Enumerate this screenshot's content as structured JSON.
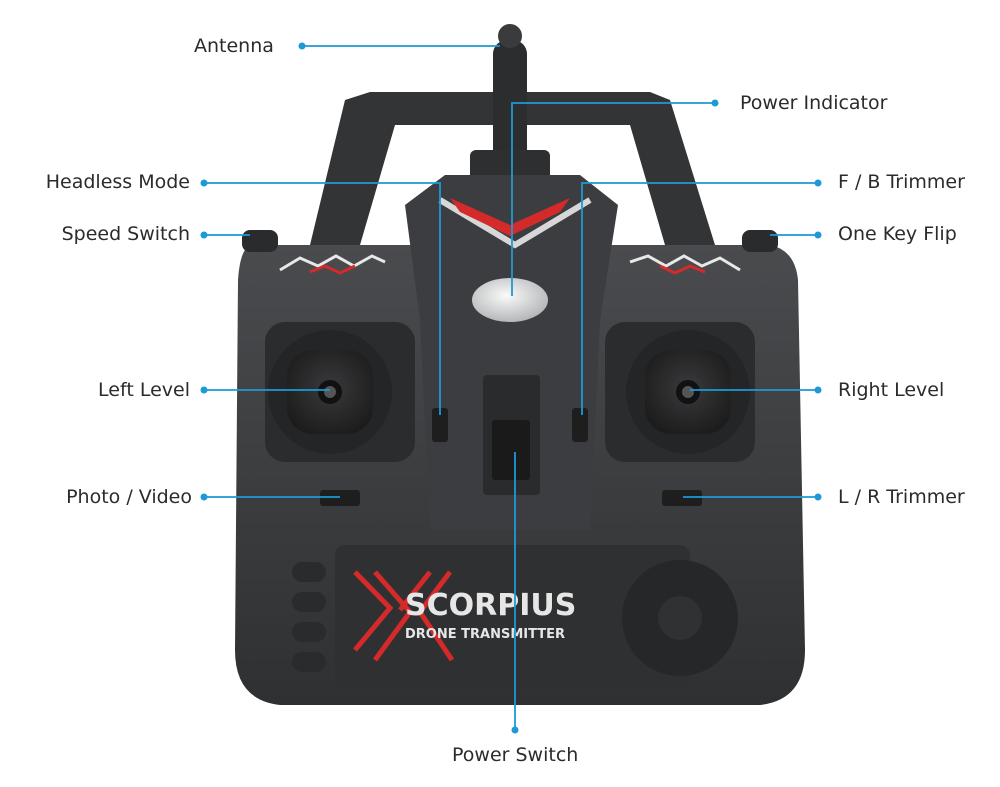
{
  "brand": {
    "name": "SCORPIUS",
    "subtitle": "DRONE TRANSMITTER"
  },
  "callouts": {
    "antenna": "Antenna",
    "power_indicator": "Power Indicator",
    "headless_mode": "Headless Mode",
    "fb_trimmer": "F / B Trimmer",
    "speed_switch": "Speed Switch",
    "one_key_flip": "One Key Flip",
    "left_level": "Left Level",
    "right_level": "Right Level",
    "photo_video": "Photo / Video",
    "lr_trimmer": "L / R Trimmer",
    "power_switch": "Power Switch"
  },
  "colors": {
    "callout_line": "#1d9ad6",
    "body": "#3a3b3d",
    "accent": "#d42a2a"
  }
}
